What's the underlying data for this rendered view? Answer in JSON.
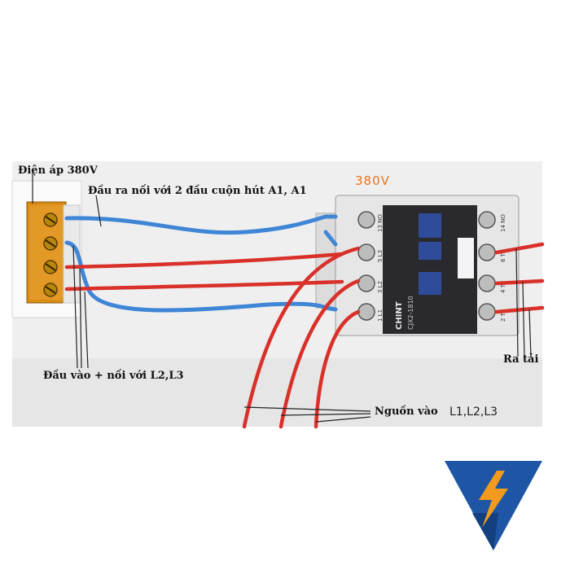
{
  "labels": {
    "voltage_top": "Điện áp 380V",
    "output_coil": "Đầu ra nối với 2 đầu cuộn hút A1, A1",
    "voltage_contactor": "380V",
    "input_plus": "Đầu vào + nối với L2,L3",
    "out_load": "Ra tải",
    "source_in": "Nguồn vào",
    "source_phases": "L1,L2,L3"
  },
  "contactor": {
    "brand": "CHINT",
    "model": "CJX2-1810",
    "terminals_left": [
      "13 NO",
      "5 L3",
      "3 L2",
      "1 L1"
    ],
    "terminals_right": [
      "14 NO",
      "6 T3",
      "4 T2",
      "2 T1"
    ]
  },
  "colors": {
    "wire_red": "#d9302a",
    "wire_blue": "#3f86d6",
    "terminal_amber": "#d98c16",
    "logo_blue": "#1e56a5",
    "logo_orange": "#f29a1d"
  }
}
